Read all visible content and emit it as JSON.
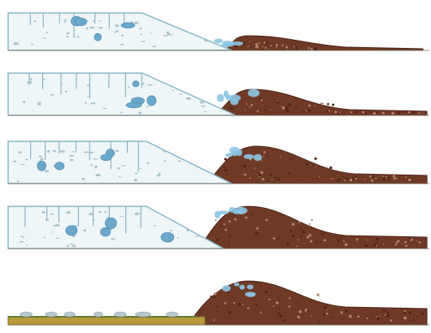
{
  "figure": {
    "panels": [
      {
        "stage": 1,
        "ice": true,
        "moraine": "small"
      },
      {
        "stage": 2,
        "ice": true,
        "moraine": "growing"
      },
      {
        "stage": 3,
        "ice": true,
        "moraine": "large"
      },
      {
        "stage": 4,
        "ice": true,
        "moraine": "large"
      },
      {
        "stage": 5,
        "ice": false,
        "moraine": "remnant-with-outwash"
      }
    ]
  },
  "colors": {
    "background": "#ffffff",
    "ice_fill": "#eef6f8",
    "ice_outline": "#8cb8c8",
    "ice_boulder": "#6aa8cc",
    "crevasse": "#7fa6b6",
    "sediment": "#6e3a26",
    "sediment_dark": "#4e2417",
    "sediment_light": "#b0836a",
    "blue_fragment": "#8cc6e4",
    "outwash_plain": "#b89a3a",
    "outwash_dark": "#7c6a2e"
  }
}
